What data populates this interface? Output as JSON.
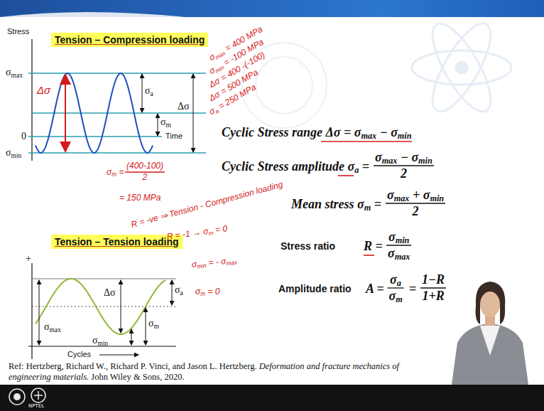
{
  "diagram": {
    "nodes": [
      {
        "text": [
          "Tension – Compression loading"
        ]
      },
      {
        "text": [
          "Tension – Tension loading"
        ]
      }
    ],
    "labels": [
      "Stress",
      "σmax",
      "0",
      "σmin",
      "σa",
      "σm",
      "Δσ",
      "Time",
      "Δσ",
      "σmax = 400 MPa",
      "σmin = -100 MPa",
      "Δσ = 400 -(-100)",
      "Δσ = 500 MPa",
      "σa = 250 MPa",
      "σm =",
      "(400-100)",
      "2",
      "= 150 MPa",
      "R = -ve ⇒ Tension - Compression loading",
      "R = -1 → σm = 0",
      "σmin = - σmax",
      "σm = 0",
      "+",
      "Δσ",
      "σa",
      "σmax",
      "σm",
      "σmin",
      "Cycles",
      "Cyclic Stress range Δσ = σmax − σmin",
      "Cyclic Stress amplitude σa =",
      "σmax − σmin",
      "2",
      "Mean stress σm =",
      "σmax + σmin",
      "2",
      "Stress ratio",
      "R =",
      "σmin",
      "σmax",
      "Amplitude ratio",
      "A =",
      "σa",
      "σm",
      "=",
      "1−R",
      "1+R",
      "Ref: Hertzberg, Richard W., Richard P. Vinci, and Jason L. Hertzberg.",
      "Deformation and fracture mechanics of engineering materials.",
      "John Wiley & Sons, 2020.",
      "NPTEL"
    ]
  }
}
